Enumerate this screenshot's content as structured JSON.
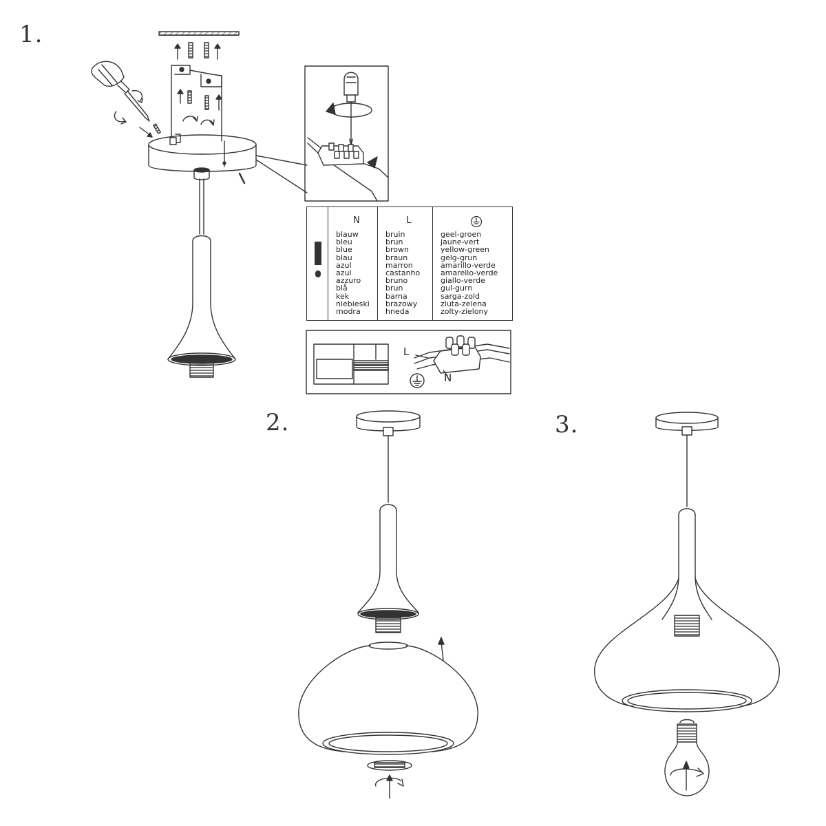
{
  "steps": [
    {
      "number": "1."
    },
    {
      "number": "2."
    },
    {
      "number": "3."
    }
  ],
  "color_table": {
    "neutral": {
      "header": "N",
      "items": [
        "blauw",
        "bleu",
        "blue",
        "blau",
        "azul",
        "azul",
        "azzuro",
        "blå",
        "kek",
        "niebieski",
        "modra"
      ]
    },
    "live": {
      "header": "L",
      "items": [
        "bruin",
        "brun",
        "brown",
        "braun",
        "marron",
        "castanho",
        "bruno",
        "brun",
        "barna",
        "brazowy",
        "hneda"
      ]
    },
    "earth": {
      "header_icon": "earth-ground-icon",
      "items": [
        "geel-groen",
        "jaune-vert",
        "yellow-green",
        "gelg-grun",
        "amarillo-verde",
        "amarello-verde",
        "giallo-verde",
        "gul-gurn",
        "sarga-zold",
        "zluta-zelena",
        "zolty-zielony"
      ]
    },
    "warning_icon": "exclamation-icon"
  },
  "wiring_detail": {
    "live_label": "L",
    "neutral_label": "N",
    "ground_icon": "earth-ground-icon"
  }
}
